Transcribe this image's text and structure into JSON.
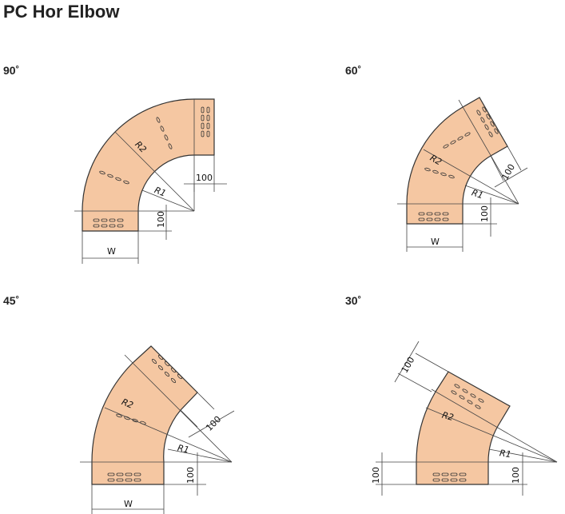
{
  "page": {
    "title": "PC Hor Elbow"
  },
  "colors": {
    "fill": "#F5C7A2",
    "stroke": "#333333",
    "dim": "#444444"
  },
  "elbows": [
    {
      "angle": "90˚",
      "labels": {
        "r1": "R1",
        "r2": "R2",
        "dim1": "100",
        "dim2": "100",
        "w": "W"
      }
    },
    {
      "angle": "60˚",
      "labels": {
        "r1": "R1",
        "r2": "R2",
        "dim1": "100",
        "dim2": "100",
        "w": "W"
      }
    },
    {
      "angle": "45˚",
      "labels": {
        "r1": "R1",
        "r2": "R2",
        "dim1": "100",
        "dim2": "100",
        "w": "W"
      }
    },
    {
      "angle": "30˚",
      "labels": {
        "r1": "R1",
        "r2": "R2",
        "dim1": "100",
        "dim2": "100"
      }
    }
  ]
}
